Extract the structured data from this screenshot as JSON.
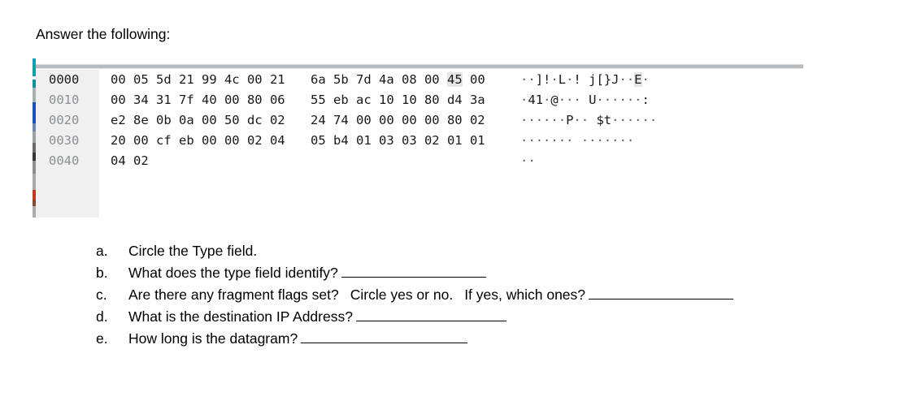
{
  "prompt": {
    "heading": "Answer the following:"
  },
  "change_bar": {
    "segments": [
      {
        "color": "#11a0b0",
        "height": 22
      },
      {
        "color": "#ffffff",
        "height": 4
      },
      {
        "color": "#0e8fa0",
        "height": 10
      },
      {
        "color": "#a8b0b2",
        "height": 18
      },
      {
        "color": "#1b50b4",
        "height": 26
      },
      {
        "color": "#6c86b8",
        "height": 10
      },
      {
        "color": "#9aa2a6",
        "height": 14
      },
      {
        "color": "#6d6a66",
        "height": 12
      },
      {
        "color": "#3a3632",
        "height": 10
      },
      {
        "color": "#8b8f92",
        "height": 16
      },
      {
        "color": "#a6aaad",
        "height": 20
      },
      {
        "color": "#c43a1a",
        "height": 12
      },
      {
        "color": "#8a4a30",
        "height": 8
      },
      {
        "color": "#a8adb0",
        "height": 14
      }
    ]
  },
  "hexdump": {
    "rows": [
      {
        "offset": "0000",
        "bytes_first": "00 05 5d 21 99 4c 00 21",
        "bytes_second": "6a 5b 7d 4a 08 00 45 00",
        "ascii_first": "··]!·L·!",
        "ascii_second": "j[}J··E·",
        "highlight_byte": "45",
        "highlight_ascii": "E"
      },
      {
        "offset": "0010",
        "bytes_first": "00 34 31 7f 40 00 80 06",
        "bytes_second": "55 eb ac 10 10 80 d4 3a",
        "ascii_first": "·41·@···",
        "ascii_second": "U······:",
        "highlight_byte": "",
        "highlight_ascii": ""
      },
      {
        "offset": "0020",
        "bytes_first": "e2 8e 0b 0a 00 50 dc 02",
        "bytes_second": "24 74 00 00 00 00 80 02",
        "ascii_first": "······P··",
        "ascii_second": "$t······",
        "highlight_byte": "",
        "highlight_ascii": ""
      },
      {
        "offset": "0030",
        "bytes_first": "20 00 cf eb 00 00 02 04",
        "bytes_second": "05 b4 01 03 03 02 01 01",
        "ascii_first": "·······",
        "ascii_second": "·······",
        "highlight_byte": "",
        "highlight_ascii": ""
      },
      {
        "offset": "0040",
        "bytes_first": "04 02",
        "bytes_second": "",
        "ascii_first": "··",
        "ascii_second": "",
        "highlight_byte": "",
        "highlight_ascii": ""
      }
    ]
  },
  "questions": {
    "items": [
      {
        "marker": "a.",
        "text": "Circle the Type field.",
        "blank": "none",
        "trailing": "",
        "trailing_blank": "none"
      },
      {
        "marker": "b.",
        "text": "What does the type field identify?",
        "blank": "medium",
        "trailing": "",
        "trailing_blank": "none"
      },
      {
        "marker": "c.",
        "text": "Are there any fragment flags set?",
        "blank": "none",
        "trailing": "Circle yes or no.",
        "trailing2": "If yes, which ones?",
        "trailing_blank": "medium"
      },
      {
        "marker": "d.",
        "text": "What is the destination IP Address?",
        "blank": "long",
        "trailing": "",
        "trailing_blank": "none"
      },
      {
        "marker": "e.",
        "text": "How long is the datagram?",
        "blank": "xlong",
        "trailing": "",
        "trailing_blank": "none"
      }
    ]
  },
  "colors": {
    "page_background": "#ffffff",
    "gutter_background": "#f0f0f0",
    "offset_text": "#8d9094",
    "offset_text_active": "#19191c",
    "byte_text": "#19191c",
    "ascii_dot": "#5c5f63",
    "highlight": "#e6e6e6",
    "rule": "#b9bcbe",
    "accent_teal": "#11a0b0"
  }
}
